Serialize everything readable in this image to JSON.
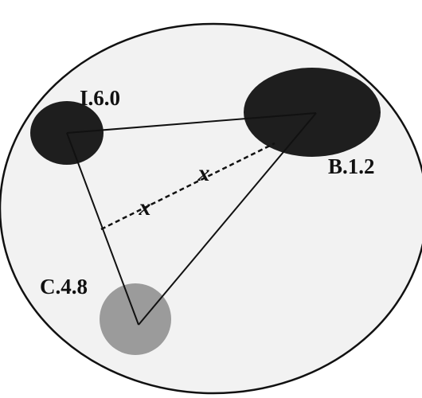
{
  "labels": {
    "top_left": "I.6.0",
    "right": "B.1.2",
    "bottom_left": "C.4.8"
  },
  "markers": {
    "first": "x",
    "second": "x"
  },
  "colors": {
    "background": "#ffffff",
    "circle_fill": "#f2f2f2",
    "circle_stroke": "#111111",
    "dark_blob": "#1e1e1e",
    "gray_blob": "#9b9b9b",
    "lines": "#111111"
  }
}
